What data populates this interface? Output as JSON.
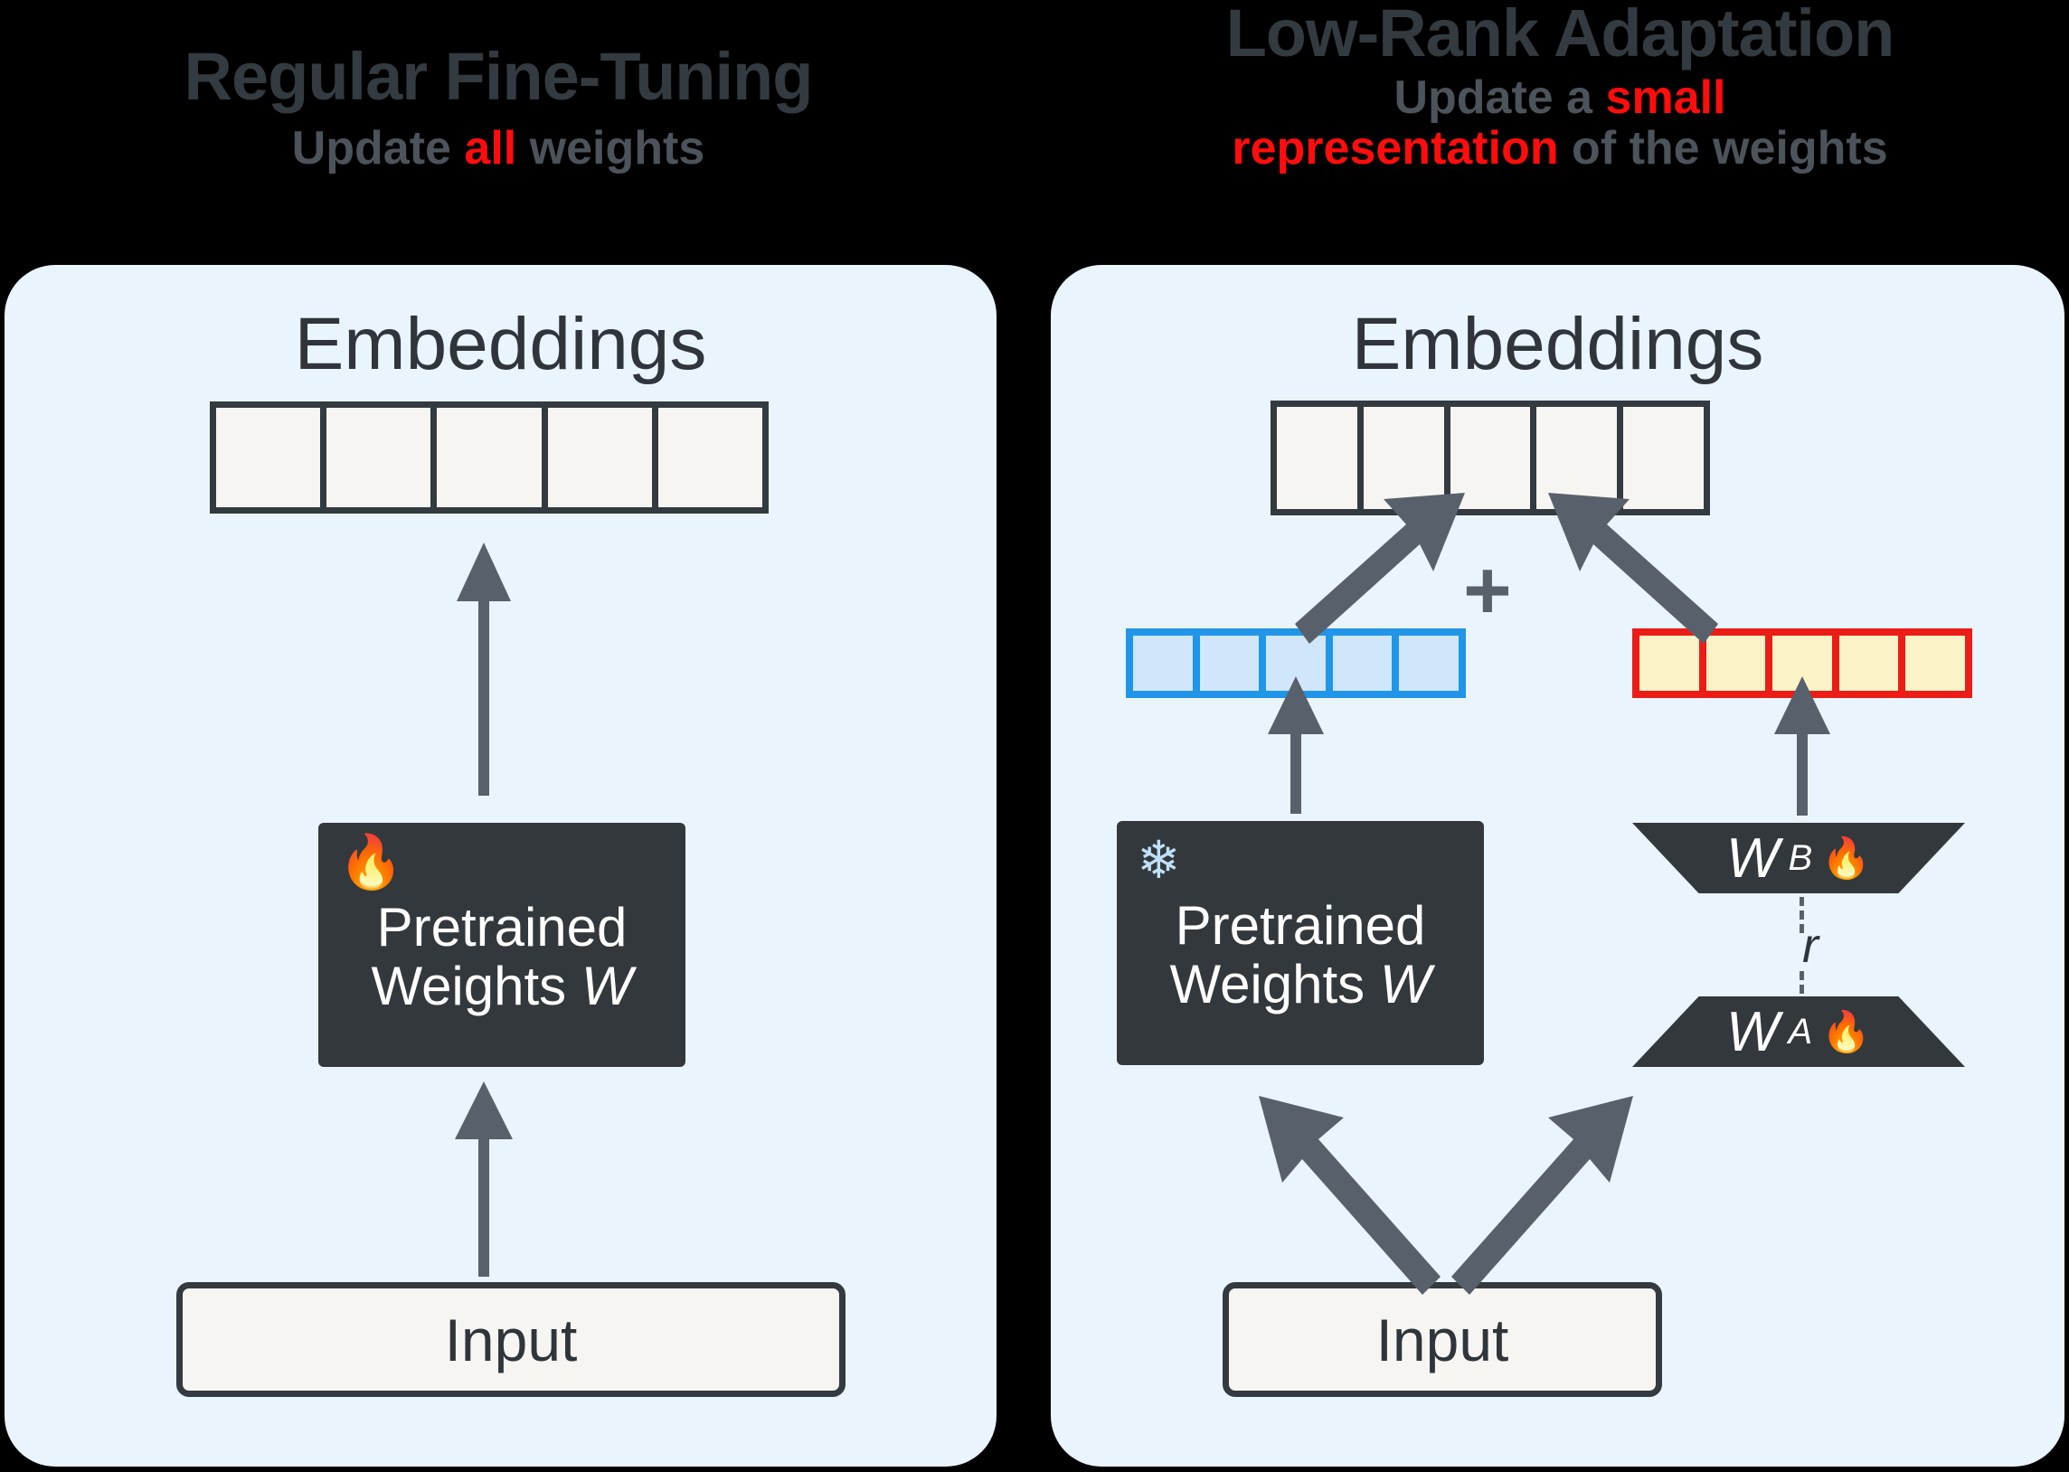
{
  "left_panel": {
    "title": "Regular Fine-Tuning",
    "subtitle_pre": "Update ",
    "subtitle_highlight": "all",
    "subtitle_post": " weights",
    "embeddings_label": "Embeddings",
    "embedding_cells": [
      "",
      "",
      "",
      "",
      ""
    ],
    "weights": {
      "status_icon": "fire-icon",
      "status_glyph": "🔥",
      "line1": "Pretrained",
      "line2_pre": "Weights ",
      "line2_sym": "W"
    },
    "input_label": "Input"
  },
  "right_panel": {
    "title": "Low-Rank Adaptation",
    "subtitle_line1_pre": "Update a ",
    "subtitle_line1_highlight": "small",
    "subtitle_line2_highlight": "representation",
    "subtitle_line2_post": " of the weights",
    "embeddings_label": "Embeddings",
    "embedding_cells": [
      "",
      "",
      "",
      "",
      ""
    ],
    "blue_cells": [
      "",
      "",
      "",
      "",
      ""
    ],
    "yellow_cells": [
      "",
      "",
      "",
      "",
      ""
    ],
    "plus_symbol": "+",
    "weights": {
      "status_icon": "snowflake-icon",
      "status_glyph": "❄",
      "line1": "Pretrained",
      "line2_pre": "Weights ",
      "line2_sym": "W"
    },
    "lora": {
      "wb_sym": "W",
      "wb_sub": "B",
      "wb_icon_glyph": "🔥",
      "wa_sym": "W",
      "wa_sub": "A",
      "wa_icon_glyph": "🔥",
      "rank_label": "r"
    },
    "input_label": "Input"
  },
  "colors": {
    "panel_bg": "#eaf4fd",
    "dark": "#33383d",
    "text_dark": "#2f353b",
    "highlight_red": "#ff0d0d",
    "arrow_gray": "#58616b",
    "blue_border": "#2196e8",
    "blue_fill": "#cfe6fb",
    "red_border": "#ec1c16",
    "yellow_fill": "#fbf2c8",
    "cell_fill": "#f6f5f2"
  }
}
